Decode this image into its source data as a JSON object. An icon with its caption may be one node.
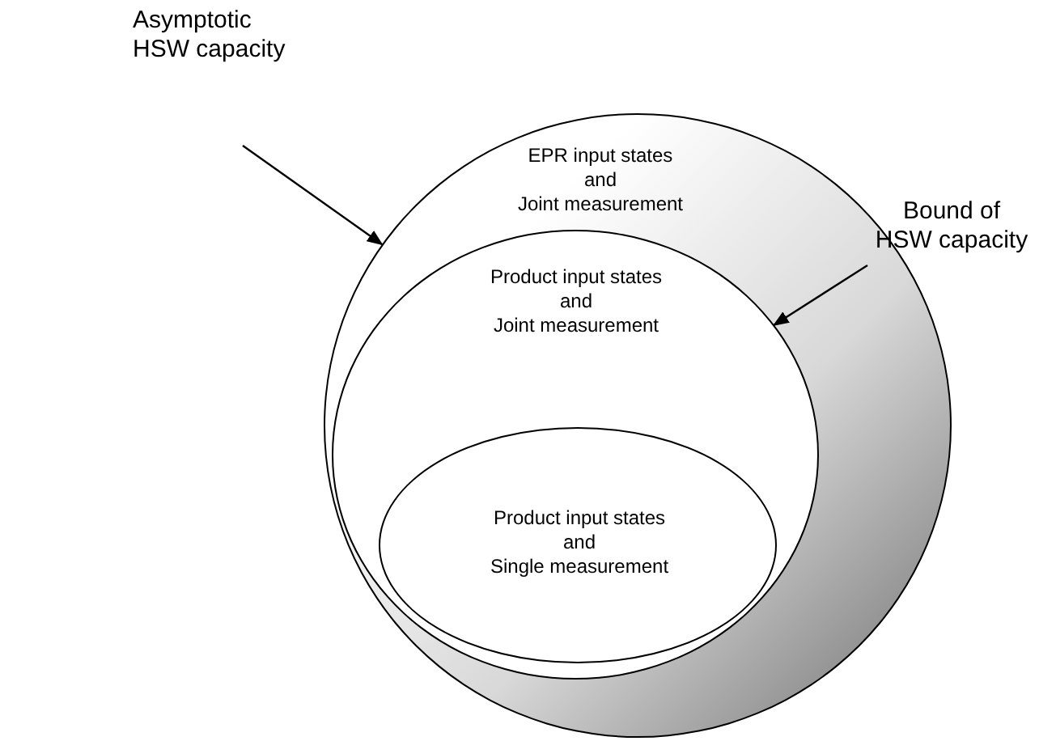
{
  "diagram": {
    "nodes": [
      {
        "text": [
          "EPR input states",
          "and",
          "Joint measurement"
        ]
      },
      {
        "text": [
          "Product input states",
          "and",
          "Joint measurement"
        ],
        "in": 0
      },
      {
        "text": [
          "Product input states",
          "and",
          "Single measurement"
        ],
        "in": 1
      },
      {
        "text": [
          "Asymptotic HSW capacity"
        ]
      },
      {
        "text": [
          "Bound of HSW capacity"
        ]
      }
    ],
    "edges": [
      {
        "from": 3,
        "to": 0,
        "arrow": "to"
      },
      {
        "from": 4,
        "to": 1,
        "arrow": "to"
      }
    ]
  }
}
